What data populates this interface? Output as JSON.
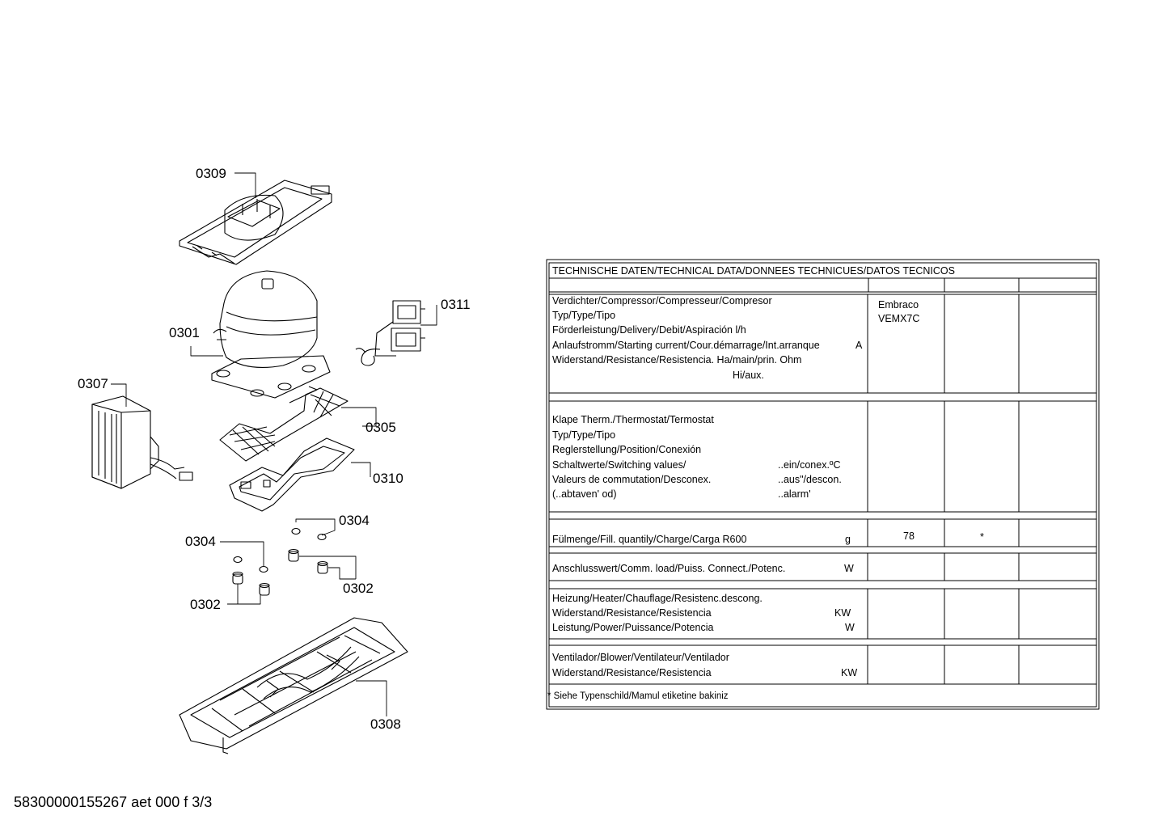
{
  "parts": [
    {
      "id": "0309"
    },
    {
      "id": "0301"
    },
    {
      "id": "0311"
    },
    {
      "id": "0307"
    },
    {
      "id": "0305"
    },
    {
      "id": "0310"
    },
    {
      "id": "0304"
    },
    {
      "id": "0304"
    },
    {
      "id": "0302"
    },
    {
      "id": "0302"
    },
    {
      "id": "0308"
    }
  ],
  "table": {
    "header": "TECHNISCHE DATEN/TECHNICAL DATA/DONNEES TECHNICUES/DATOS TECNICOS",
    "compressor": {
      "lines": [
        "Verdichter/Compressor/Compresseur/Compresor",
        "Typ/Type/Tipo",
        "Förderleistung/Delivery/Debit/Aspiración l/h",
        "Anlaufstromm/Starting current/Cour.démarrage/Int.arranque",
        "Widerstand/Resistance/Resistencia. Ha/main/prin. Ohm",
        "Hi/aux."
      ],
      "unit_a": "A",
      "value1": "Embraco",
      "value2": "VEMX7C"
    },
    "thermostat": {
      "lines": [
        "Klape Therm./Thermostat/Termostat",
        "Typ/Type/Tipo",
        "Reglerstellung/Position/Conexión",
        "Schaltwerte/Switching values/",
        "Valeurs de commutation/Desconex.",
        "(..abtaven' od)"
      ],
      "right": [
        "..ein/conex.ºC",
        "..aus\"/descon.",
        "..alarm'"
      ]
    },
    "fill": {
      "label": "Fülmenge/Fill. quantily/Charge/Carga   R600",
      "unit": "g",
      "value": "78",
      "mark": "*"
    },
    "conn": {
      "label": "Anschlusswert/Comm. load/Puiss. Connect./Potenc.",
      "unit": "W"
    },
    "heater": {
      "lines": [
        "Heizung/Heater/Chauflage/Resistenc.descong.",
        "Widerstand/Resistance/Resistencia",
        "Leistung/Power/Puissance/Potencia"
      ],
      "units": [
        "KW",
        "W"
      ]
    },
    "blower": {
      "lines": [
        "Ventilador/Blower/Ventilateur/Ventilador",
        "Widerstand/Resistance/Resistencia"
      ],
      "unit": "KW"
    },
    "note": "* Siehe Typenschild/Mamul etiketine bakiniz"
  },
  "footer": "58300000155267 aet 000 f 3/3"
}
